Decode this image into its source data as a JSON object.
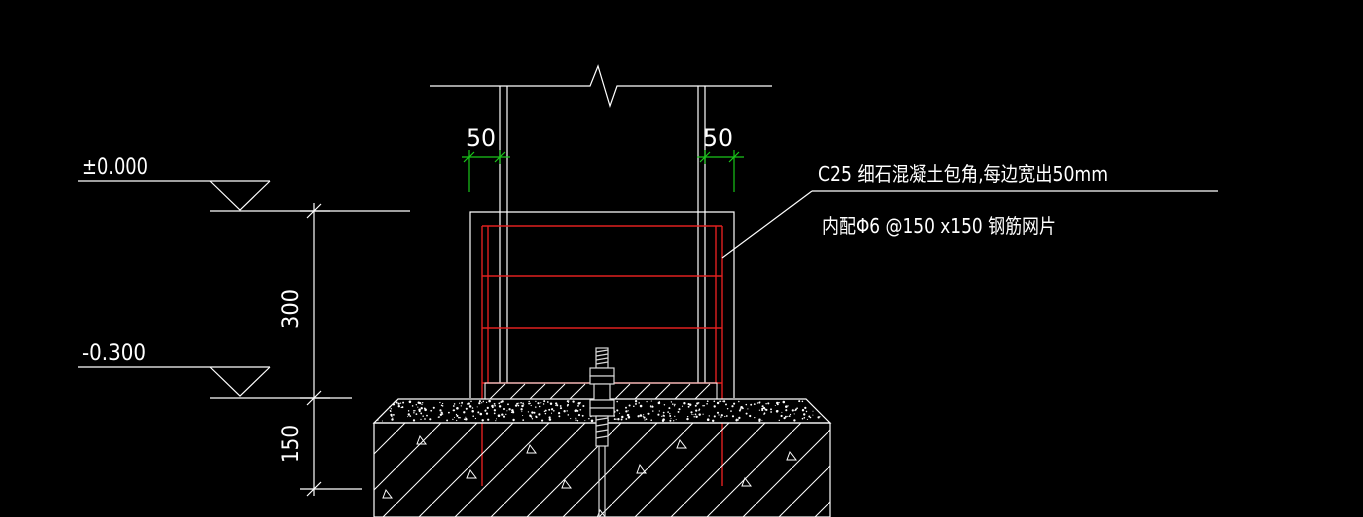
{
  "drawing": {
    "elevation_top": "±0.000",
    "elevation_bottom": "-0.300",
    "dim_300": "300",
    "dim_150": "150",
    "dim_left_50": "50",
    "dim_right_50": "50",
    "note_line1": "C25 细石混凝土包角,每边宽出50mm",
    "note_line2": "内配Φ6 @150 x150 钢筋网片"
  },
  "colors": {
    "background": "#000000",
    "line": "#ffffff",
    "rebar": "#e0201f",
    "dimension_tick": "#19c619",
    "bolt": "#d8d8d8"
  }
}
